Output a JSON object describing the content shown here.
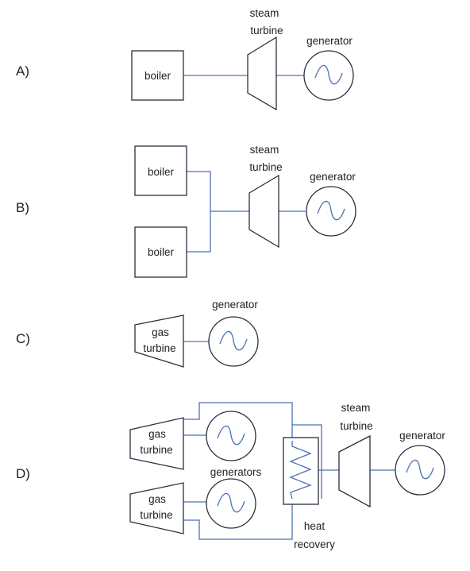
{
  "colors": {
    "outline": "#2a2f3e",
    "line": "#4a73b0",
    "text": "#222222",
    "background": "#ffffff"
  },
  "panels": {
    "a": {
      "letter": "A)",
      "boiler": "boiler",
      "steam_turbine_line1": "steam",
      "steam_turbine_line2": "turbine",
      "generator": "generator"
    },
    "b": {
      "letter": "B)",
      "boiler_top": "boiler",
      "boiler_bottom": "boiler",
      "steam_turbine_line1": "steam",
      "steam_turbine_line2": "turbine",
      "generator": "generator"
    },
    "c": {
      "letter": "C)",
      "gas_turbine_line1": "gas",
      "gas_turbine_line2": "turbine",
      "generator": "generator"
    },
    "d": {
      "letter": "D)",
      "gas_turbine_top_line1": "gas",
      "gas_turbine_top_line2": "turbine",
      "gas_turbine_bottom_line1": "gas",
      "gas_turbine_bottom_line2": "turbine",
      "generators": "generators",
      "heat_recovery_line1": "heat",
      "heat_recovery_line2": "recovery",
      "steam_turbine_line1": "steam",
      "steam_turbine_line2": "turbine",
      "generator": "generator"
    }
  }
}
